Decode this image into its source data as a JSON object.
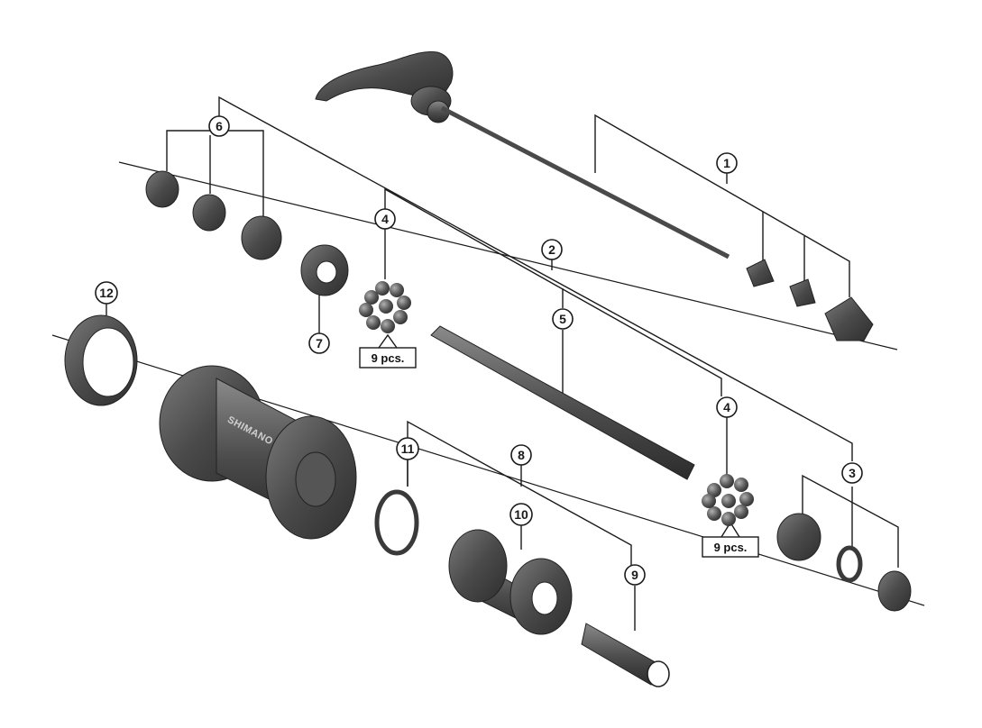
{
  "diagram": {
    "callouts": [
      {
        "id": "c1",
        "label": "1"
      },
      {
        "id": "c2",
        "label": "2"
      },
      {
        "id": "c3",
        "label": "3"
      },
      {
        "id": "c4a",
        "label": "4"
      },
      {
        "id": "c4b",
        "label": "4"
      },
      {
        "id": "c5",
        "label": "5"
      },
      {
        "id": "c6",
        "label": "6"
      },
      {
        "id": "c7",
        "label": "7"
      },
      {
        "id": "c8",
        "label": "8"
      },
      {
        "id": "c9",
        "label": "9"
      },
      {
        "id": "c10",
        "label": "10"
      },
      {
        "id": "c11",
        "label": "11"
      },
      {
        "id": "c12",
        "label": "12"
      }
    ],
    "quantity_labels": [
      {
        "id": "q1",
        "text": "9 pcs."
      },
      {
        "id": "q2",
        "text": "9 pcs."
      }
    ],
    "hub_brand": "SHIMANO"
  },
  "colors": {
    "part_dark": "#3a3a3a",
    "part_mid": "#5c5c5c",
    "part_light": "#8a8a8a",
    "line": "#1a1a1a"
  }
}
